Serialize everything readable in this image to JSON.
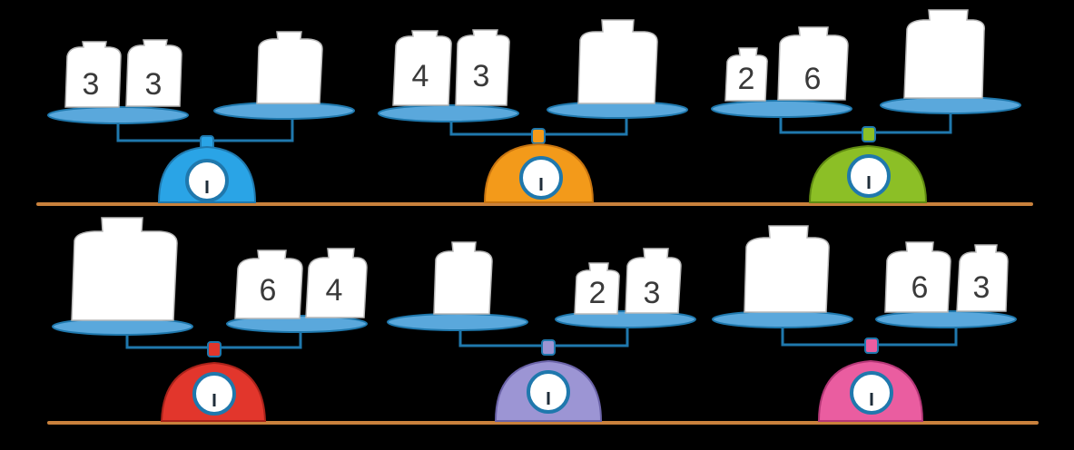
{
  "scales": [
    {
      "body_color": "#2aa4e6",
      "left_weights": [
        "3",
        "3"
      ],
      "right_weights": [
        ""
      ]
    },
    {
      "body_color": "#f39a1a",
      "left_weights": [
        "4",
        "3"
      ],
      "right_weights": [
        ""
      ]
    },
    {
      "body_color": "#8cbf26",
      "left_weights": [
        "2",
        "6"
      ],
      "right_weights": [
        ""
      ]
    },
    {
      "body_color": "#e2362c",
      "left_weights": [
        ""
      ],
      "right_weights": [
        "6",
        "4"
      ]
    },
    {
      "body_color": "#9c95d4",
      "left_weights": [
        ""
      ],
      "right_weights": [
        "2",
        "3"
      ]
    },
    {
      "body_color": "#ea5da0",
      "left_weights": [
        ""
      ],
      "right_weights": [
        "6",
        "3"
      ]
    }
  ],
  "colors": {
    "background": "#000000",
    "shelf": "#c9813c",
    "pan": "#5aa8dc",
    "weight": "#ffffff"
  }
}
